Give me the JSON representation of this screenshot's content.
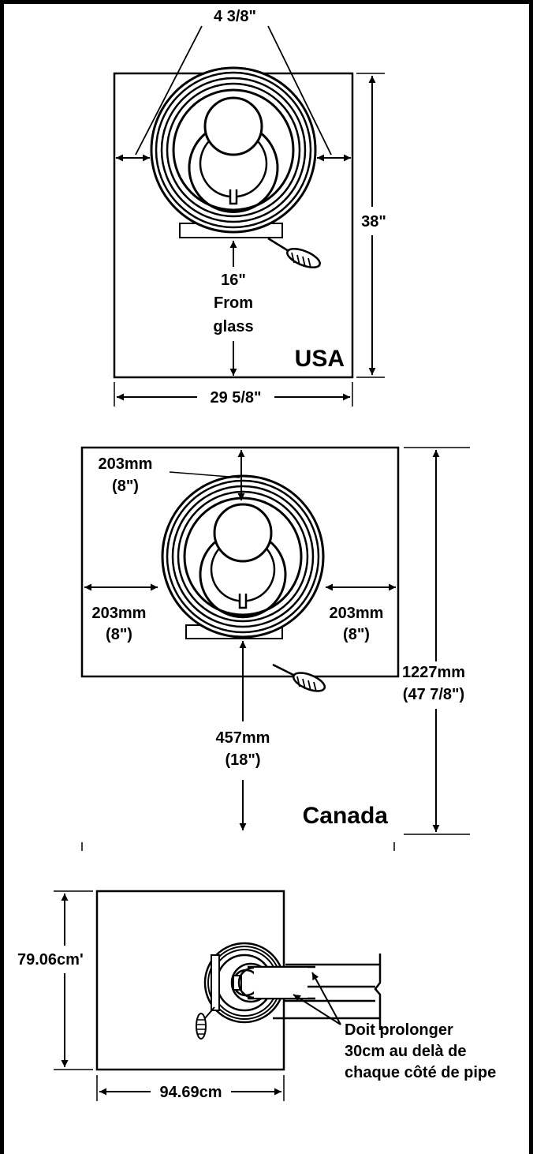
{
  "usa": {
    "top_clearance": "4 3/8\"",
    "depth": "38\"",
    "front_line1": "16\"",
    "front_line2": "From",
    "front_line3": "glass",
    "country": "USA",
    "width": "29 5/8\""
  },
  "canada": {
    "top_mm": "203mm",
    "top_in": "(8\")",
    "left_mm": "203mm",
    "left_in": "(8\")",
    "right_mm": "203mm",
    "right_in": "(8\")",
    "front_mm": "457mm",
    "front_in": "(18\")",
    "depth_mm": "1227mm",
    "depth_in": "(47 7/8\")",
    "country": "Canada"
  },
  "metric": {
    "depth": "79.06cm'",
    "width": "94.69cm",
    "note_line1": "Doit prolonger",
    "note_line2": "30cm au delà de",
    "note_line3": "chaque côté de pipe"
  },
  "colors": {
    "line": "#000000",
    "background": "#ffffff"
  }
}
